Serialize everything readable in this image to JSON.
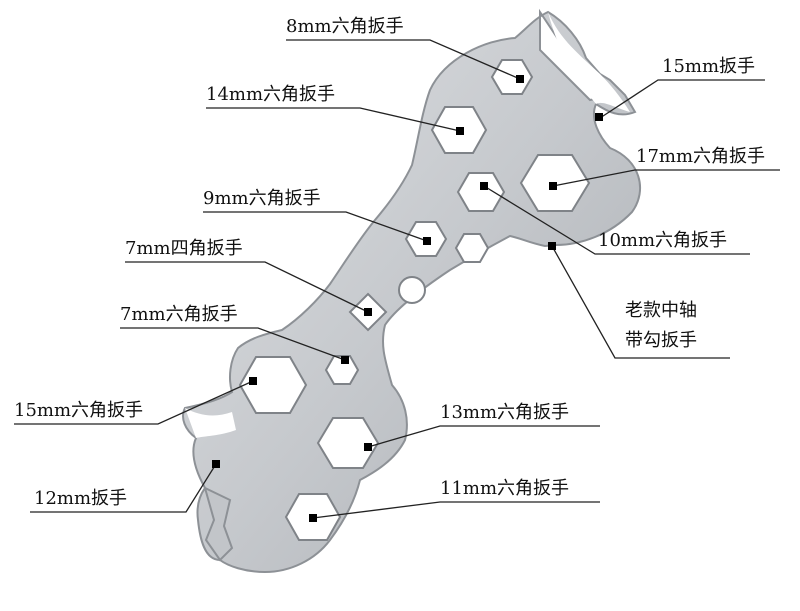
{
  "colors": {
    "metal": "#c9ccd0",
    "metal_edge": "#8d9196",
    "hole": "#ffffff",
    "leader": "#222222",
    "marker": "#000000"
  },
  "labels": {
    "hex8": "8mm六角扳手",
    "open15": "15mm扳手",
    "hex14": "14mm六角扳手",
    "hex17": "17mm六角扳手",
    "hex9": "9mm六角扳手",
    "hex10": "10mm六角扳手",
    "sq7": "7mm四角扳手",
    "hook_line1": "老款中轴",
    "hook_line2": "带勾扳手",
    "hex7": "7mm六角扳手",
    "hex15": "15mm六角扳手",
    "hex13": "13mm六角扳手",
    "open12": "12mm扳手",
    "hex11": "11mm六角扳手"
  }
}
